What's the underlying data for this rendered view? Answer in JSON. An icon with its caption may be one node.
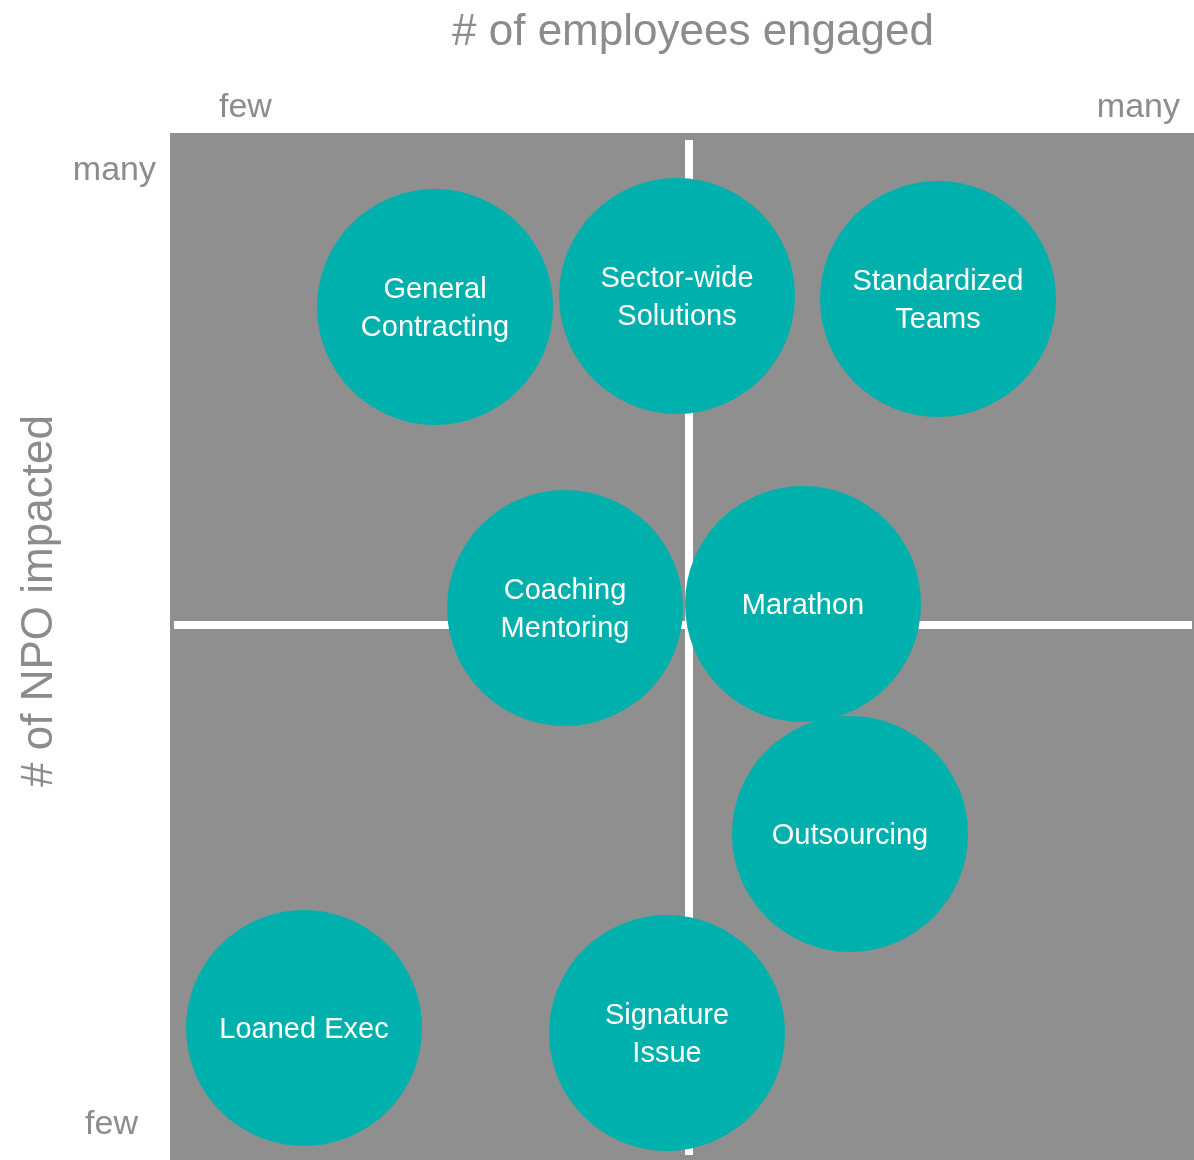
{
  "diagram": {
    "title": "# of employees engaged",
    "nodes": [
      {
        "text": [
          "General Contracting"
        ]
      },
      {
        "text": [
          "Sector-wide Solutions"
        ]
      },
      {
        "text": [
          "Standardized Teams"
        ]
      },
      {
        "text": [
          "Coaching Mentoring"
        ]
      },
      {
        "text": [
          "Marathon"
        ]
      },
      {
        "text": [
          "Outsourcing"
        ]
      },
      {
        "text": [
          "Loaned Exec"
        ]
      },
      {
        "text": [
          "Signature Issue"
        ]
      }
    ],
    "edges": [],
    "labels": [
      "few",
      "many",
      "many",
      "# of NPO impacted",
      "few"
    ]
  }
}
